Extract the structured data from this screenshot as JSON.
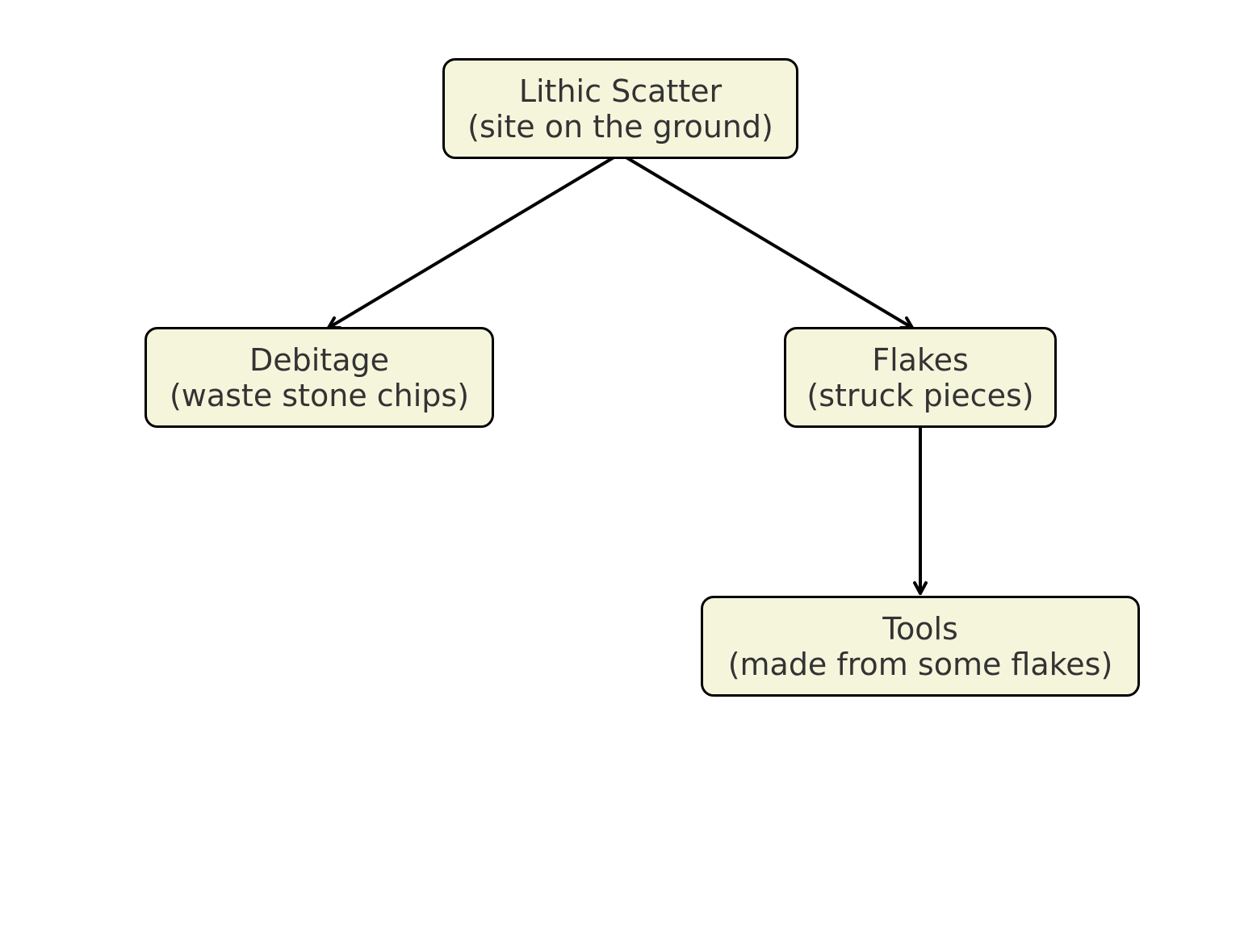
{
  "colors": {
    "node_fill": "#f5f5dc",
    "node_border": "#000000",
    "text": "#333333",
    "arrow": "#000000"
  },
  "nodes": {
    "lithic_scatter": {
      "title": "Lithic Scatter",
      "subtitle": "(site on the ground)"
    },
    "debitage": {
      "title": "Debitage",
      "subtitle": "(waste stone chips)"
    },
    "flakes": {
      "title": "Flakes",
      "subtitle": "(struck pieces)"
    },
    "tools": {
      "title": "Tools",
      "subtitle": "(made from some flakes)"
    }
  },
  "edges": [
    {
      "from": "lithic_scatter",
      "to": "debitage"
    },
    {
      "from": "lithic_scatter",
      "to": "flakes"
    },
    {
      "from": "flakes",
      "to": "tools"
    }
  ]
}
